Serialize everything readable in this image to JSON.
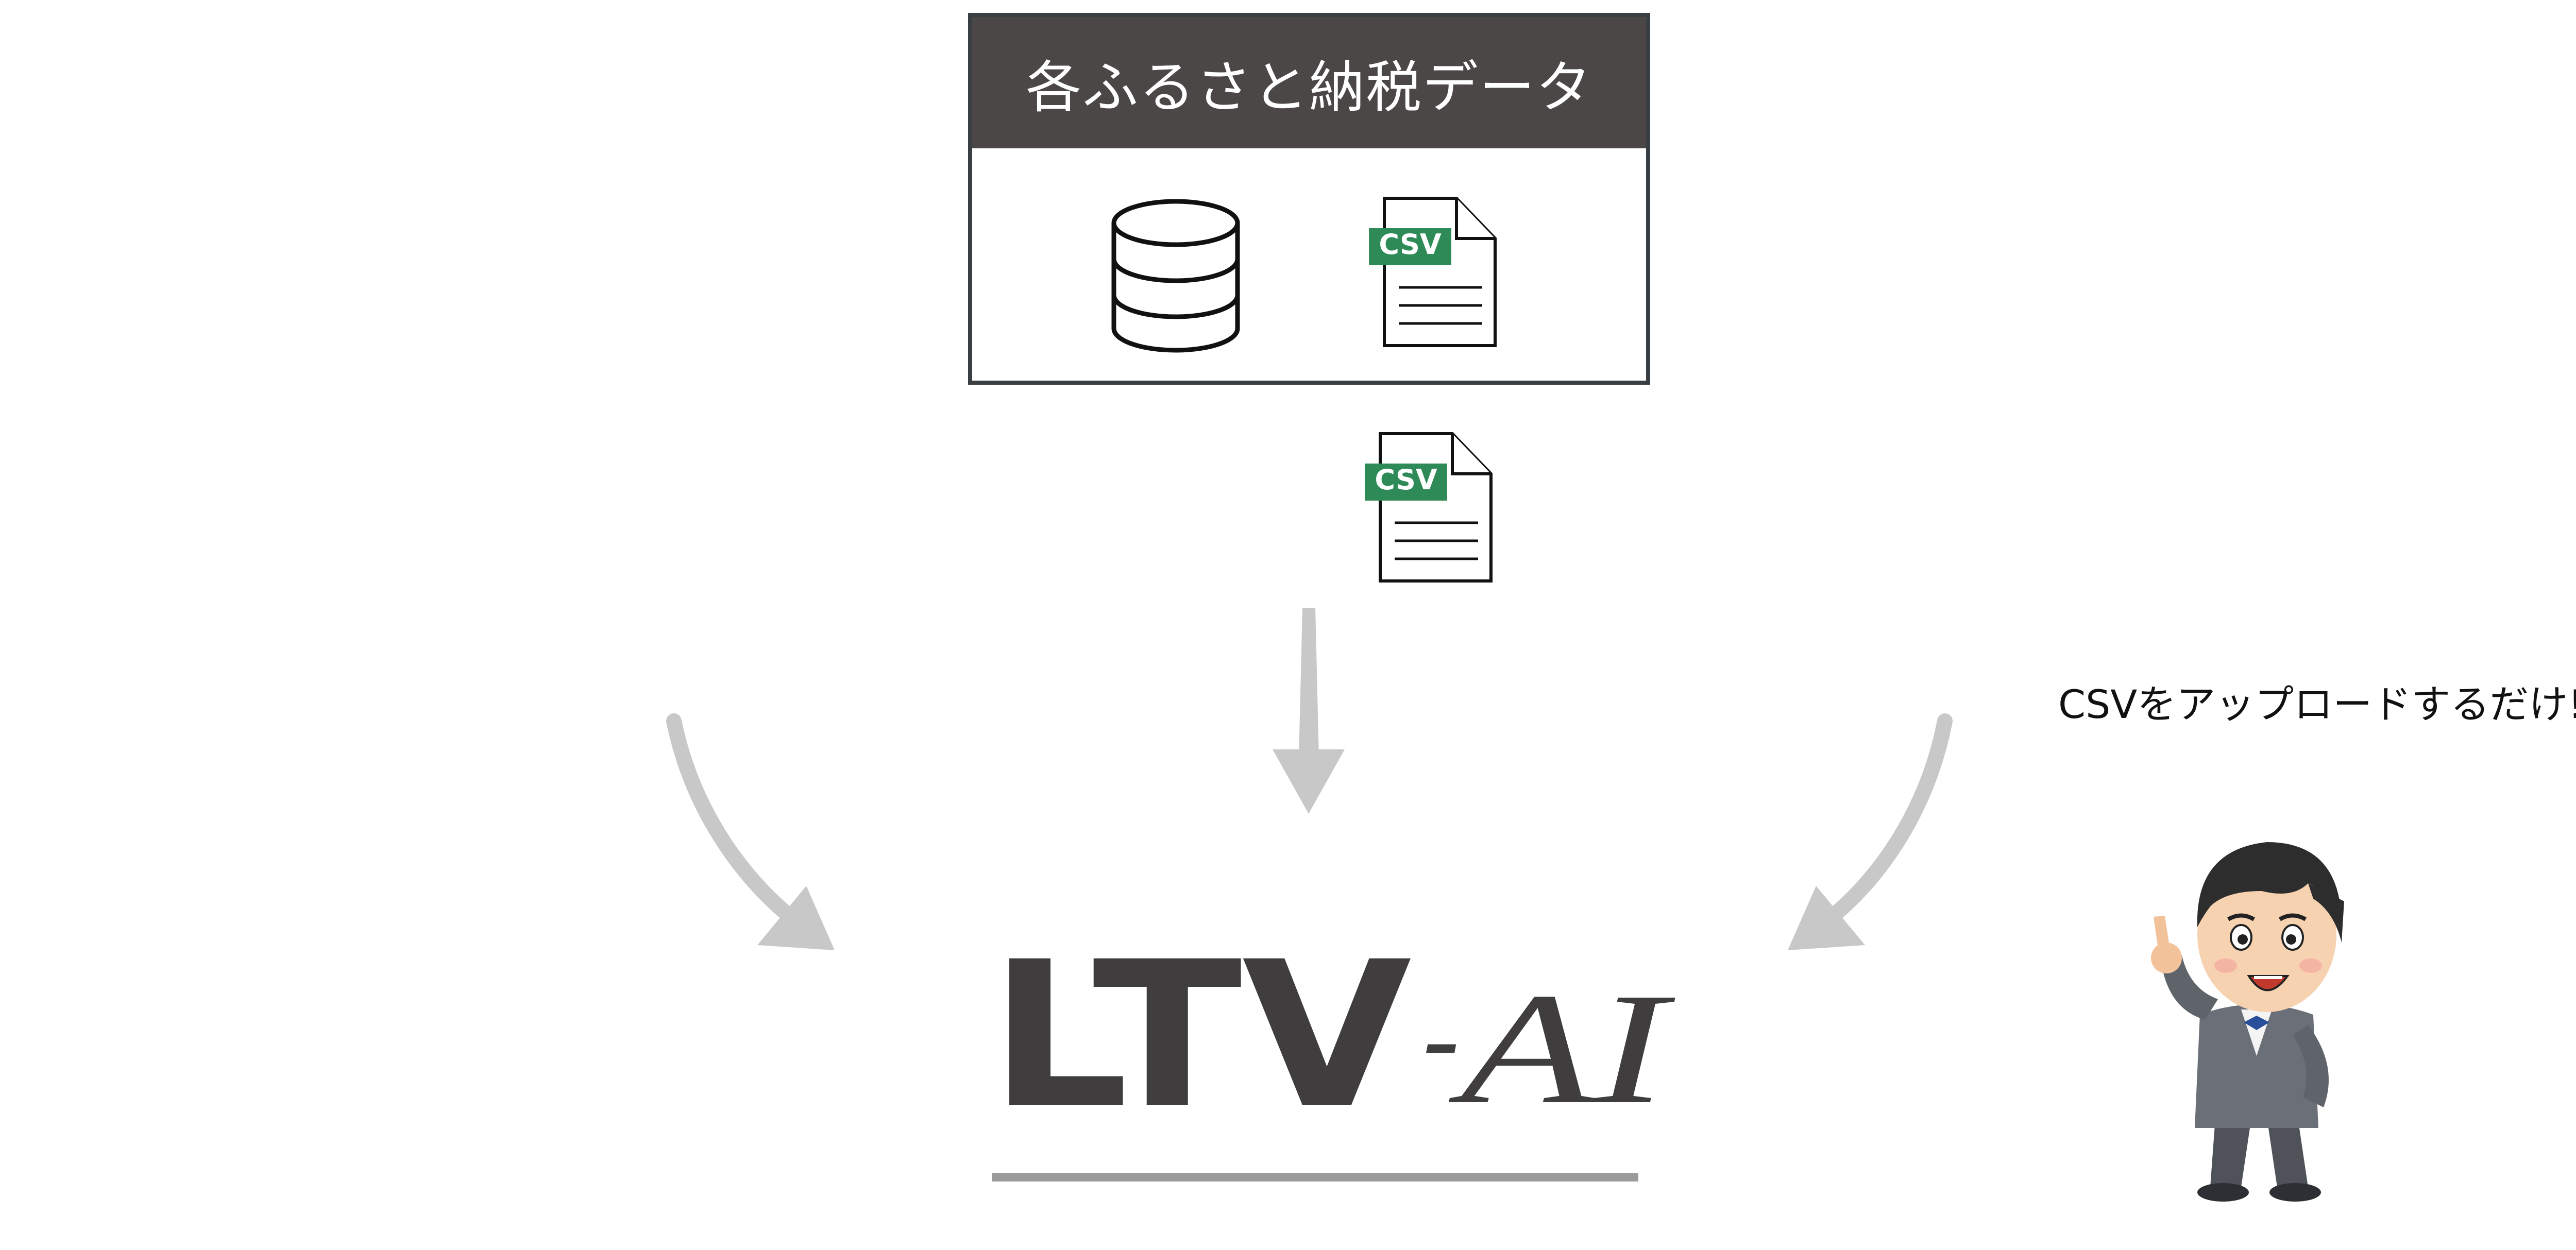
{
  "source": {
    "title": "各ふるさと納税データ",
    "header_color": "#4b4747",
    "icons": [
      "database-icon",
      "csv-file-icon"
    ]
  },
  "upload_file": {
    "icon": "csv-file-icon"
  },
  "csv_badge": {
    "label": "CSV",
    "color": "#2e8b57"
  },
  "arrows": {
    "color": "#c8c8c8",
    "items": [
      "arrow-left",
      "arrow-center",
      "arrow-right"
    ]
  },
  "product": {
    "logo_text": "LTV",
    "logo_dash": "-",
    "logo_suffix": "AI",
    "logo_color": "#3f3d3d",
    "underline_color": "#9a9a9a"
  },
  "note": {
    "caption": "CSVをアップロードするだけ!"
  },
  "mascot": {
    "icon": "mascot-businessman-pointing"
  }
}
